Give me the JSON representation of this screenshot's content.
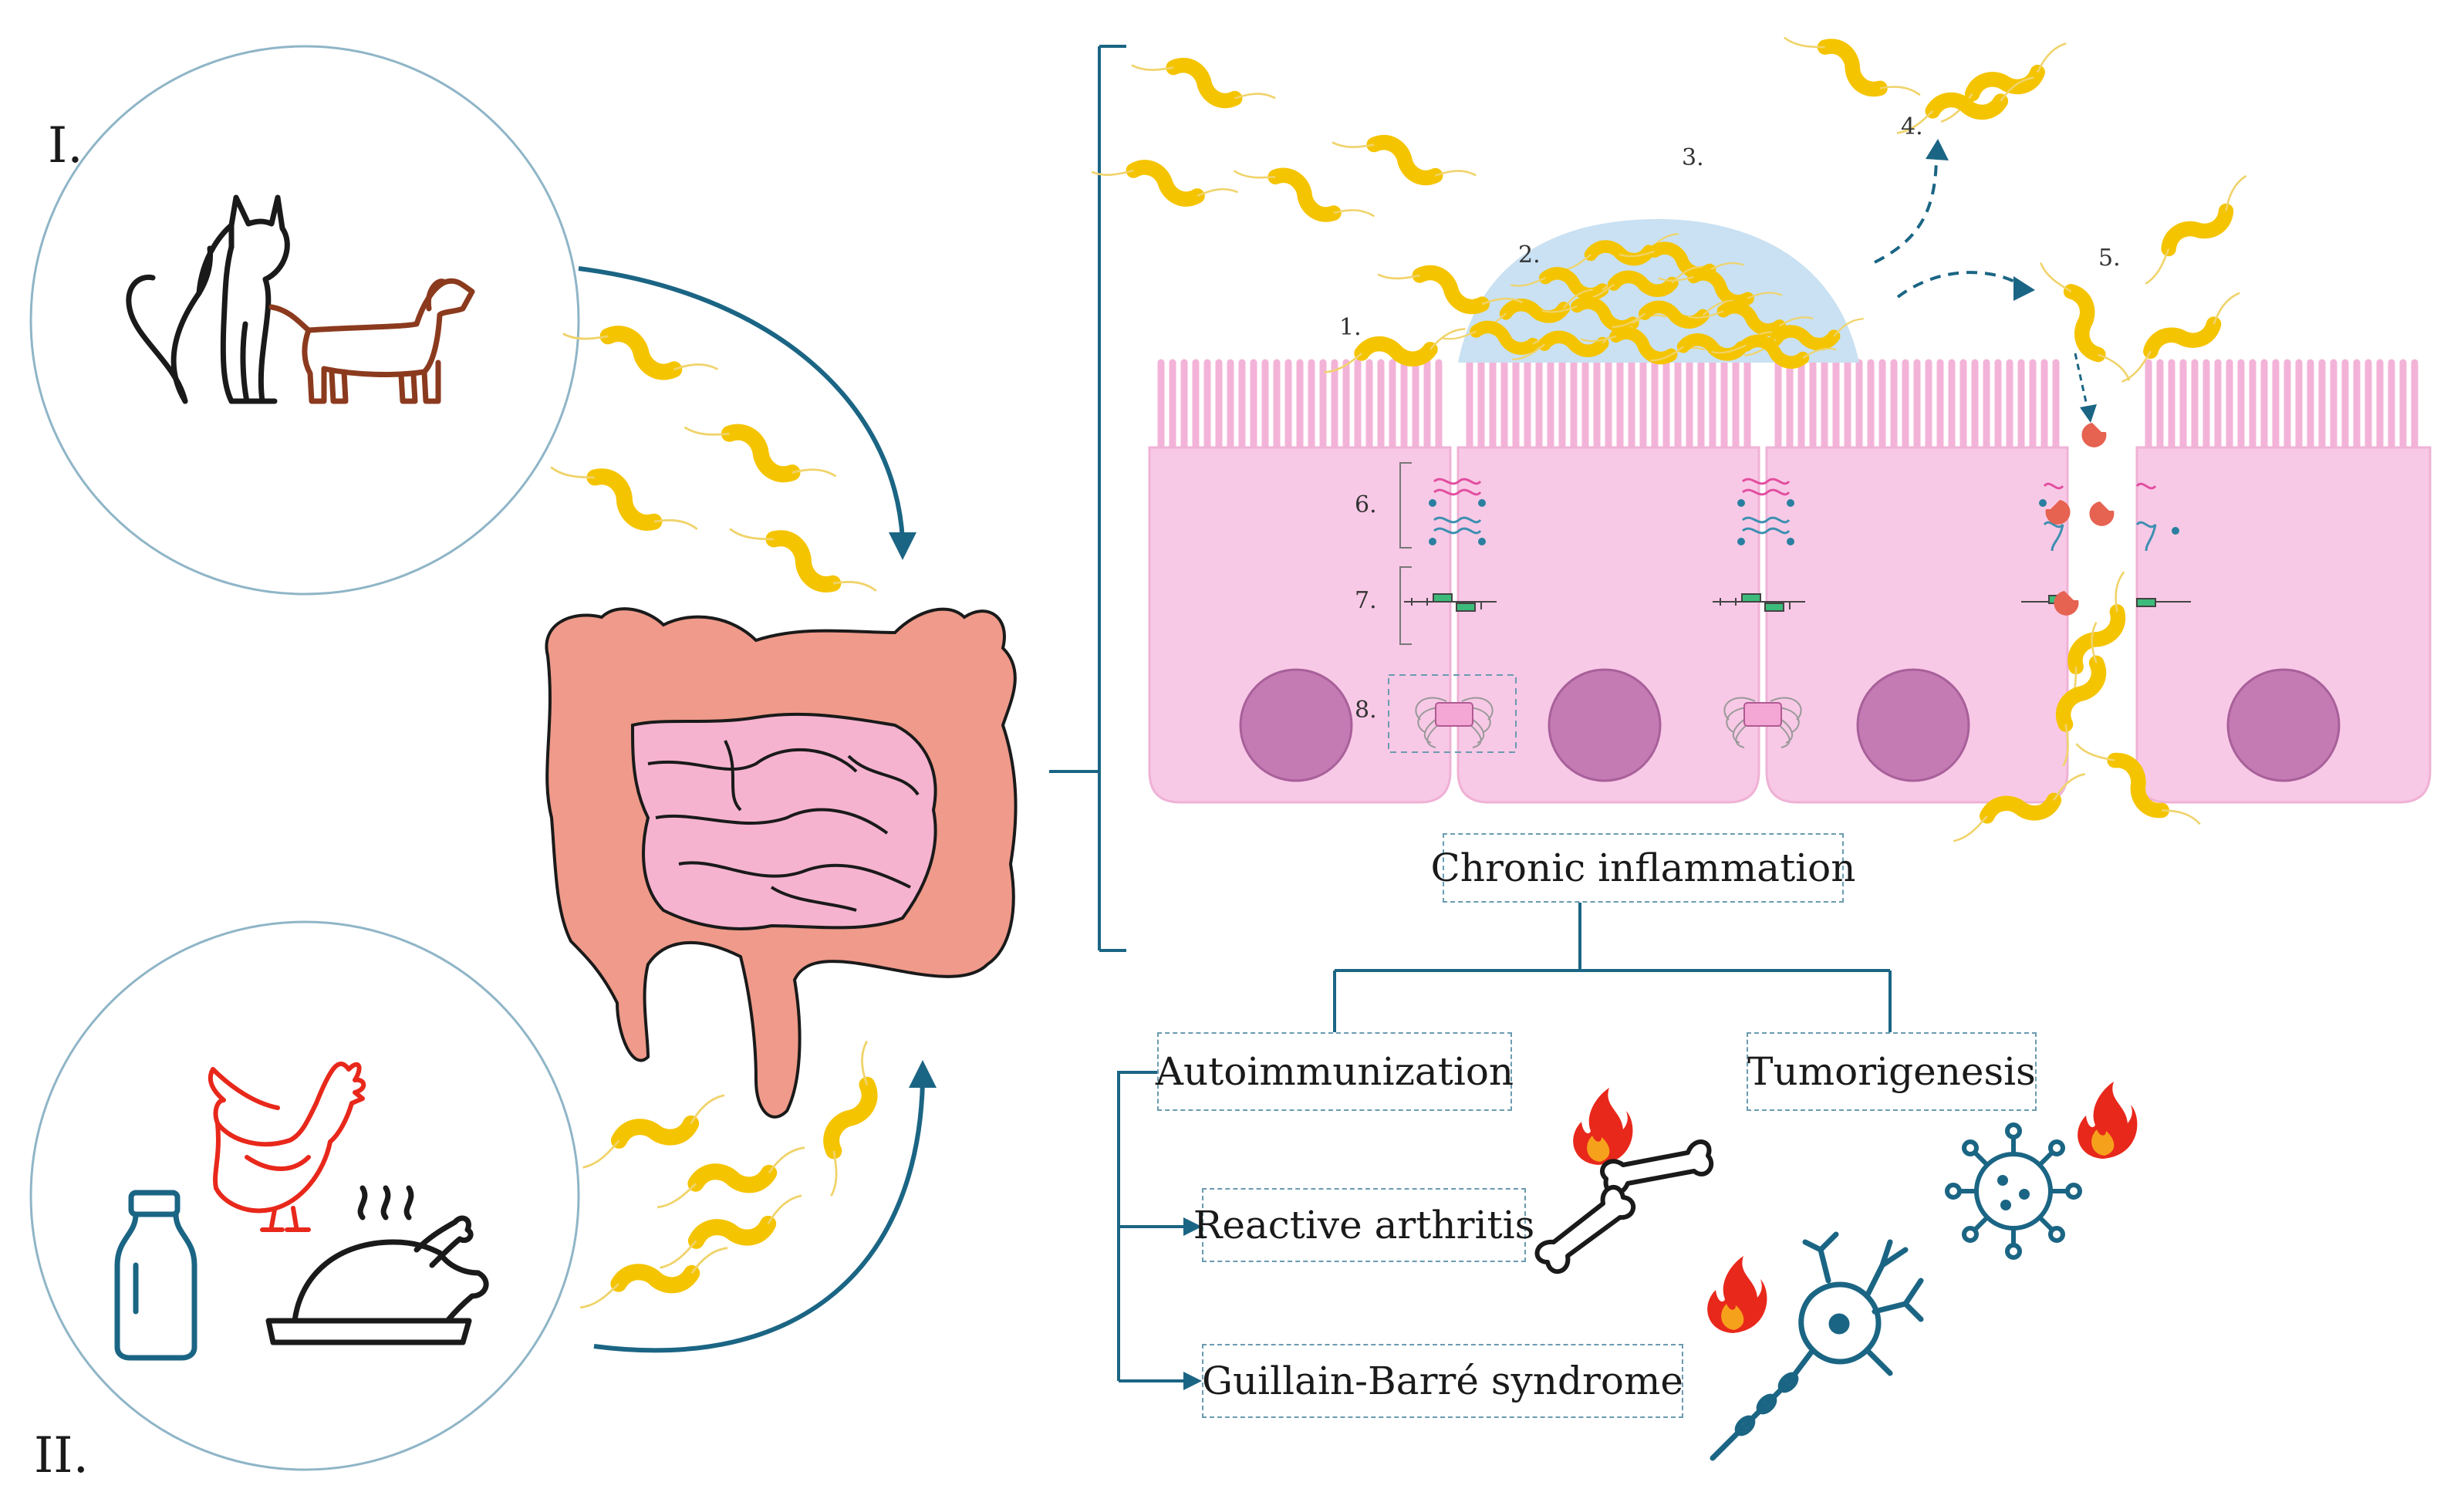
{
  "source_labels": {
    "group_1": "I.",
    "group_2": "II."
  },
  "steps": [
    "1.",
    "2.",
    "3.",
    "4.",
    "5.",
    "6.",
    "7.",
    "8."
  ],
  "outcomes": {
    "inflammation": "Chronic inflammation",
    "autoimmunization": "Autoimmunization",
    "tumorigenesis": "Tumorigenesis",
    "arthritis": "Reactive arthritis",
    "gbs": "Guillain-Barré syndrome"
  },
  "colors": {
    "bacteria": "#f5c400",
    "epithelium": "#f8c9e6",
    "nucleus": "#c47bb4",
    "connector": "#1b6584",
    "intestine": "#ef9a8a",
    "small_intestine": "#f5b3cf",
    "circle_border": "#8fb5c7",
    "fire_red": "#e8281b",
    "fire_orange": "#f6a11c",
    "biofilm": "#c9e1f2"
  },
  "icons": [
    "cat-icon",
    "dog-icon",
    "chicken-icon",
    "milk-bottle-icon",
    "roast-chicken-icon",
    "intestine-icon",
    "bone-icon",
    "fire-icon",
    "neuron-icon",
    "tumor-cell-icon"
  ]
}
